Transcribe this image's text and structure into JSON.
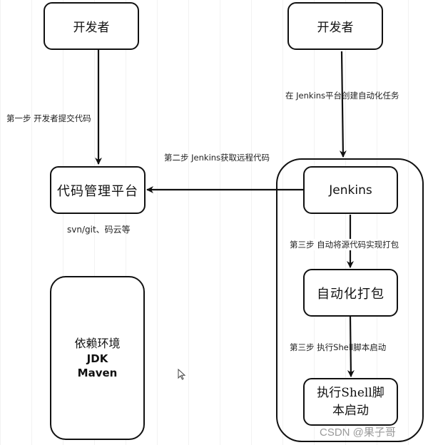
{
  "nodes": {
    "developer_left": "开发者",
    "developer_right": "开发者",
    "code_platform": "代码管理平台",
    "jenkins": "Jenkins",
    "auto_package": "自动化打包",
    "shell_start_line1": "执行Shell脚",
    "shell_start_line2": "本启动",
    "deps_line1": "依赖环境",
    "deps_line2": "JDK",
    "deps_line3": "Maven"
  },
  "labels": {
    "step1": "第一步 开发者提交代码",
    "create_task": "在 Jenkins平台创建自动化任务",
    "step2": "第二步 Jenkins获取远程代码",
    "platform_examples": "svn/git、码云等",
    "step3a": "第三步 自动将源代码实现打包",
    "step3b": "第三步  执行Shell脚本启动"
  },
  "watermark": "CSDN @果子哥"
}
